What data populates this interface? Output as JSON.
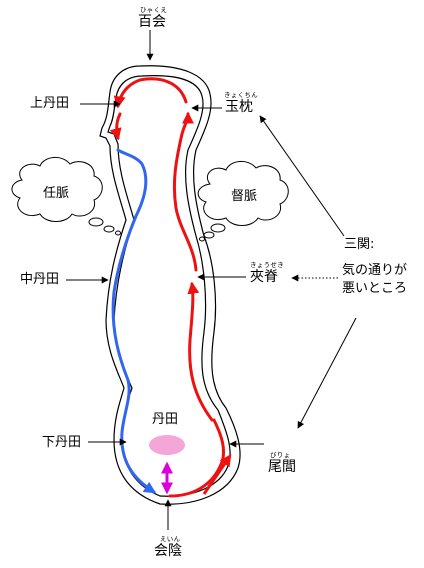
{
  "points": {
    "hyakue": {
      "label": "百会",
      "reading": "ひゃくえ"
    },
    "jotanden": {
      "label": "上丹田"
    },
    "gyokuchin": {
      "label": "玉枕",
      "reading": "きょくちん"
    },
    "ninmyaku": {
      "label": "任脈"
    },
    "tokumyaku": {
      "label": "督脈"
    },
    "chutanden": {
      "label": "中丹田"
    },
    "kyoseki": {
      "label": "夾脊",
      "reading": "きょうせき"
    },
    "tanden": {
      "label": "丹田"
    },
    "getanden": {
      "label": "下丹田"
    },
    "biryo": {
      "label": "尾閭",
      "reading": "びりょ"
    },
    "ein": {
      "label": "会陰",
      "reading": "えいん"
    }
  },
  "sankan": {
    "title": "三関:",
    "line1": "気の通りが",
    "line2": "悪いところ"
  },
  "colors": {
    "front_channel": "#3366ee",
    "back_channel": "#ee1111",
    "tanden_fill": "#f4a6d6",
    "link": "#dd00dd"
  }
}
